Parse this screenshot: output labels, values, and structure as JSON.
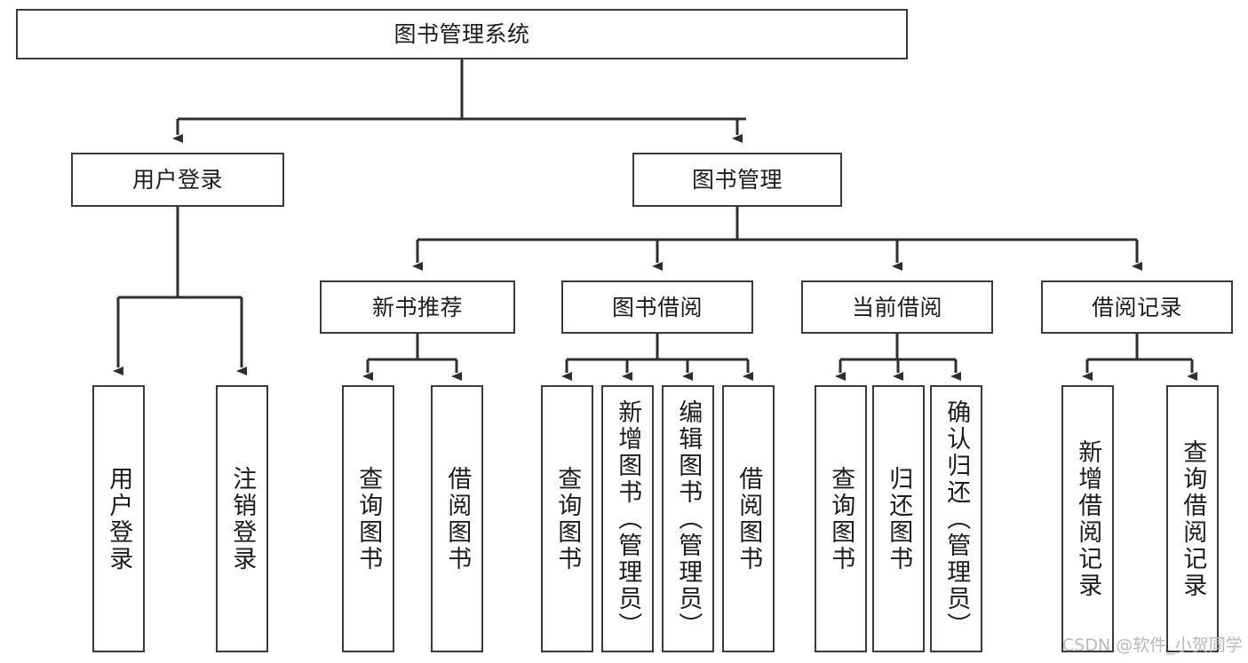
{
  "diagram": {
    "title": "图书管理系统",
    "type": "tree-hierarchy-chart",
    "style": {
      "background": "#ffffff",
      "stroke": "#3a3a3a",
      "text": "#1c1c1c",
      "watermark_color": "#b8b8b8"
    },
    "watermark": "CSDN @软件_小贺同学",
    "levels": {
      "root": {
        "label": "图书管理系统"
      },
      "level2": [
        {
          "label": "用户登录"
        },
        {
          "label": "图书管理"
        }
      ],
      "level3": [
        {
          "label": "新书推荐"
        },
        {
          "label": "图书借阅"
        },
        {
          "label": "当前借阅"
        },
        {
          "label": "借阅记录"
        }
      ],
      "leaves": {
        "user_login": [
          {
            "label": "用户登录"
          },
          {
            "label": "注销登录"
          }
        ],
        "new_book_recommend": [
          {
            "label": "查询图书"
          },
          {
            "label": "借阅图书"
          }
        ],
        "book_borrow": [
          {
            "label": "查询图书"
          },
          {
            "label": "新增图书（管理员）"
          },
          {
            "label": "编辑图书（管理员）"
          },
          {
            "label": "借阅图书"
          }
        ],
        "current_borrow": [
          {
            "label": "查询图书"
          },
          {
            "label": "归还图书"
          },
          {
            "label": "确认归还（管理员）"
          }
        ],
        "borrow_record": [
          {
            "label": "新增借阅记录"
          },
          {
            "label": "查询借阅记录"
          }
        ]
      }
    }
  }
}
